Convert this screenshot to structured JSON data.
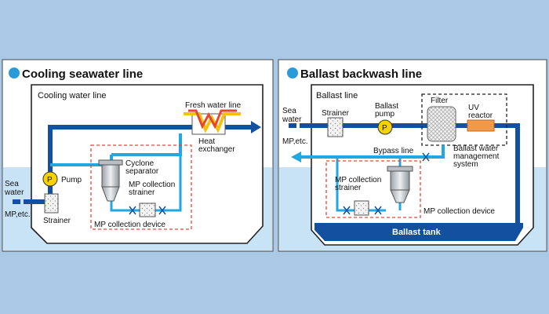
{
  "colors": {
    "background": "#a9c9e6",
    "panel": "#ffffff",
    "sea": "#c9e3f6",
    "main_pipe": "#1450a0",
    "branch_pipe": "#22a7e0",
    "hot_pipe": "#e8452d",
    "yellow_pipe": "#f4c20d",
    "dashed_box": "#e0483a",
    "uv_reactor": "#f39a4a",
    "bullet": "#2a9ad8"
  },
  "left_panel": {
    "title": "Cooling seawater line",
    "subtitle": "Cooling water line",
    "labels": {
      "sea_water": "Sea\nwater",
      "mp_etc": "MP,etc.",
      "pump_symbol": "P",
      "pump": "Pump",
      "strainer": "Strainer",
      "cyclone_separator": "Cyclone\nseparator",
      "mp_collection_strainer": "MP collection\nstrainer",
      "mp_collection_device": "MP collection device",
      "fresh_water_line": "Fresh water line",
      "heat_exchanger": "Heat\nexchanger"
    }
  },
  "right_panel": {
    "title": "Ballast backwash line",
    "subtitle": "Ballast line",
    "labels": {
      "sea_water": "Sea\nwater",
      "mp_etc": "MP,etc.",
      "strainer": "Strainer",
      "ballast_pump": "Ballast\npump",
      "pump_symbol": "P",
      "filter": "Filter",
      "uv_reactor": "UV\nreactor",
      "bypass_line": "Bypass line",
      "bwms": "Ballast water\nmanagement\nsystem",
      "mp_collection_strainer": "MP collection\nstrainer",
      "mp_collection_device": "MP collection device",
      "ballast_tank": "Ballast tank"
    }
  }
}
